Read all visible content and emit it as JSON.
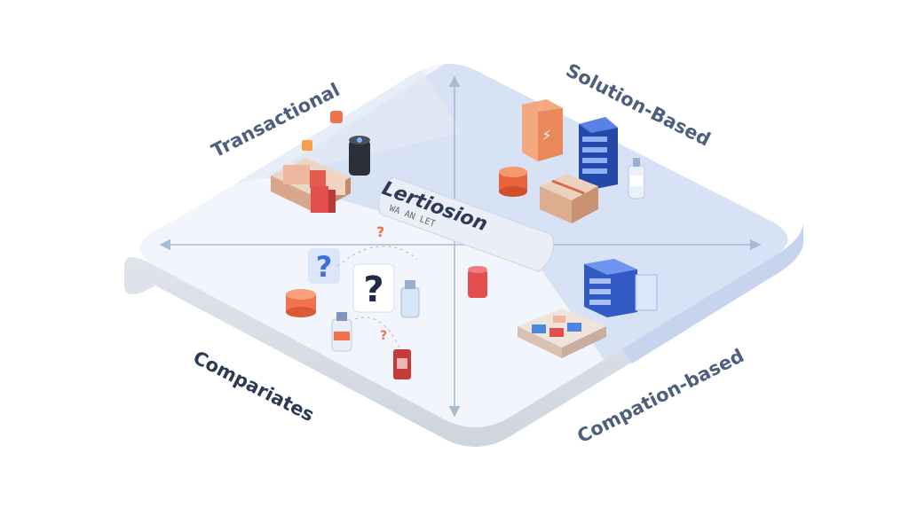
{
  "diagram": {
    "quadrants": {
      "top_left": "Transactional",
      "top_right": "Solution-Based",
      "bottom_left": "Compariates",
      "bottom_right": "Compation-based"
    },
    "center_banner": {
      "title": "Lertiosion",
      "subtitle": "WA AN LET"
    },
    "colors": {
      "board_top": "#f2f5fb",
      "board_side": "#dfe3ea",
      "board_blue": "#d7e2f4",
      "axis": "#a9bad6",
      "label": "#4d5f7c",
      "accent_orange": "#f0734b",
      "accent_red": "#e34f4f",
      "accent_blue": "#3e6fd6"
    },
    "icons": [
      "cardboard-box-icon",
      "smart-speaker-icon",
      "question-mark-icon",
      "server-icon",
      "vial-icon",
      "bottle-icon",
      "cylinder-icon"
    ]
  }
}
